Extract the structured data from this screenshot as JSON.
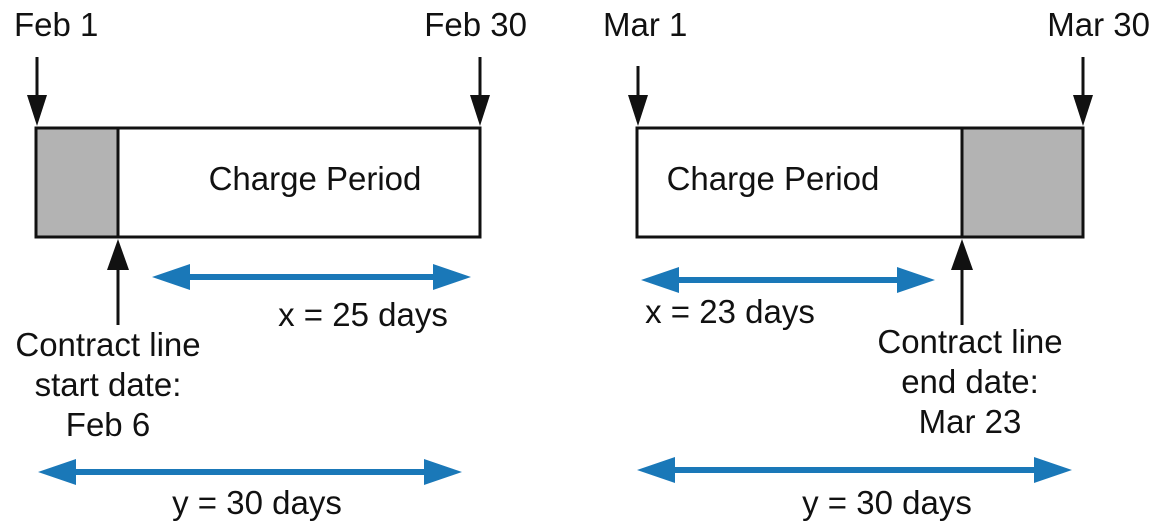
{
  "colors": {
    "arrow_blue": "#1a78b8",
    "shade_gray": "#b3b3b3",
    "stroke_black": "#111111"
  },
  "left_panel": {
    "top_left_label": "Feb 1",
    "top_right_label": "Feb 30",
    "bar_label": "Charge Period",
    "x_label": "x = 25 days",
    "contract_lines": [
      "Contract line",
      "start date:",
      "Feb 6"
    ],
    "y_label": "y = 30 days"
  },
  "right_panel": {
    "top_left_label": "Mar 1",
    "top_right_label": "Mar 30",
    "bar_label": "Charge Period",
    "x_label": "x = 23 days",
    "contract_lines": [
      "Contract line",
      "end date:",
      "Mar 23"
    ],
    "y_label": "y = 30 days"
  }
}
